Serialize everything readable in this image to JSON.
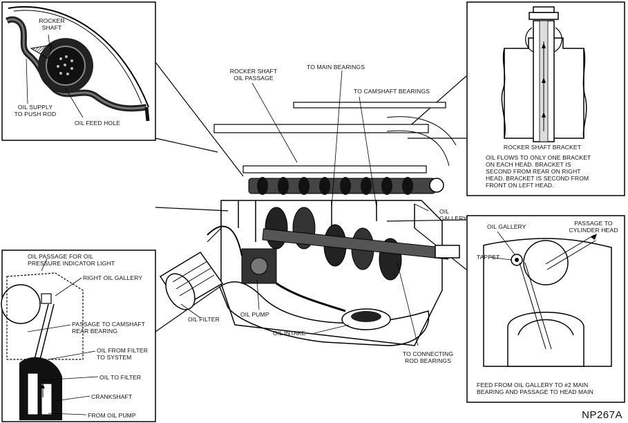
{
  "labels": {
    "rocker_shaft": "ROCKER\nSHAFT",
    "oil_supply_push_rod": "OIL SUPPLY\nTO PUSH ROD",
    "oil_feed_hole": "OIL FEED HOLE",
    "rocker_shaft_oil_passage": "ROCKER SHAFT\nOIL PASSAGE",
    "to_main_bearings": "TO MAIN BEARINGS",
    "to_camshaft_bearings": "TO CAMSHAFT BEARINGS",
    "rocker_shaft_bracket": "ROCKER SHAFT BRACKET",
    "bracket_note": "OIL FLOWS TO ONLY ONE BRACKET\nON EACH HEAD.   BRACKET IS\nSECOND FROM REAR ON RIGHT\nHEAD.   BRACKET IS SECOND FROM\nFRONT ON LEFT HEAD.",
    "oil_gallery": "OIL\nGALLERY",
    "oil_gallery_inset": "OIL GALLERY",
    "passage_to_cylinder_head": "PASSAGE TO\nCYLINDER HEAD",
    "tappet": "TAPPET",
    "feed_note": "FEED FROM OIL GALLERY TO #2 MAIN\nBEARING AND PASSAGE TO HEAD MAIN",
    "oil_passage_indicator": "OIL PASSAGE FOR OIL\nPRESSURE INDICATOR LIGHT",
    "right_oil_gallery": "RIGHT OIL GALLERY",
    "passage_camshaft_rear": "PASSAGE TO CAMSHAFT\nREAR BEARING",
    "oil_from_filter": "OIL FROM FILTER\nTO SYSTEM",
    "oil_to_filter": "OIL TO FILTER",
    "crankshaft": "CRANKSHAFT",
    "from_oil_pump": "FROM OIL PUMP",
    "oil_filter": "OIL FILTER",
    "oil_pump": "OIL PUMP",
    "oil_intake": "OIL INTAKE",
    "to_connecting_rod": "TO CONNECTING\nROD BEARINGS"
  },
  "figure_code": "NP267A"
}
